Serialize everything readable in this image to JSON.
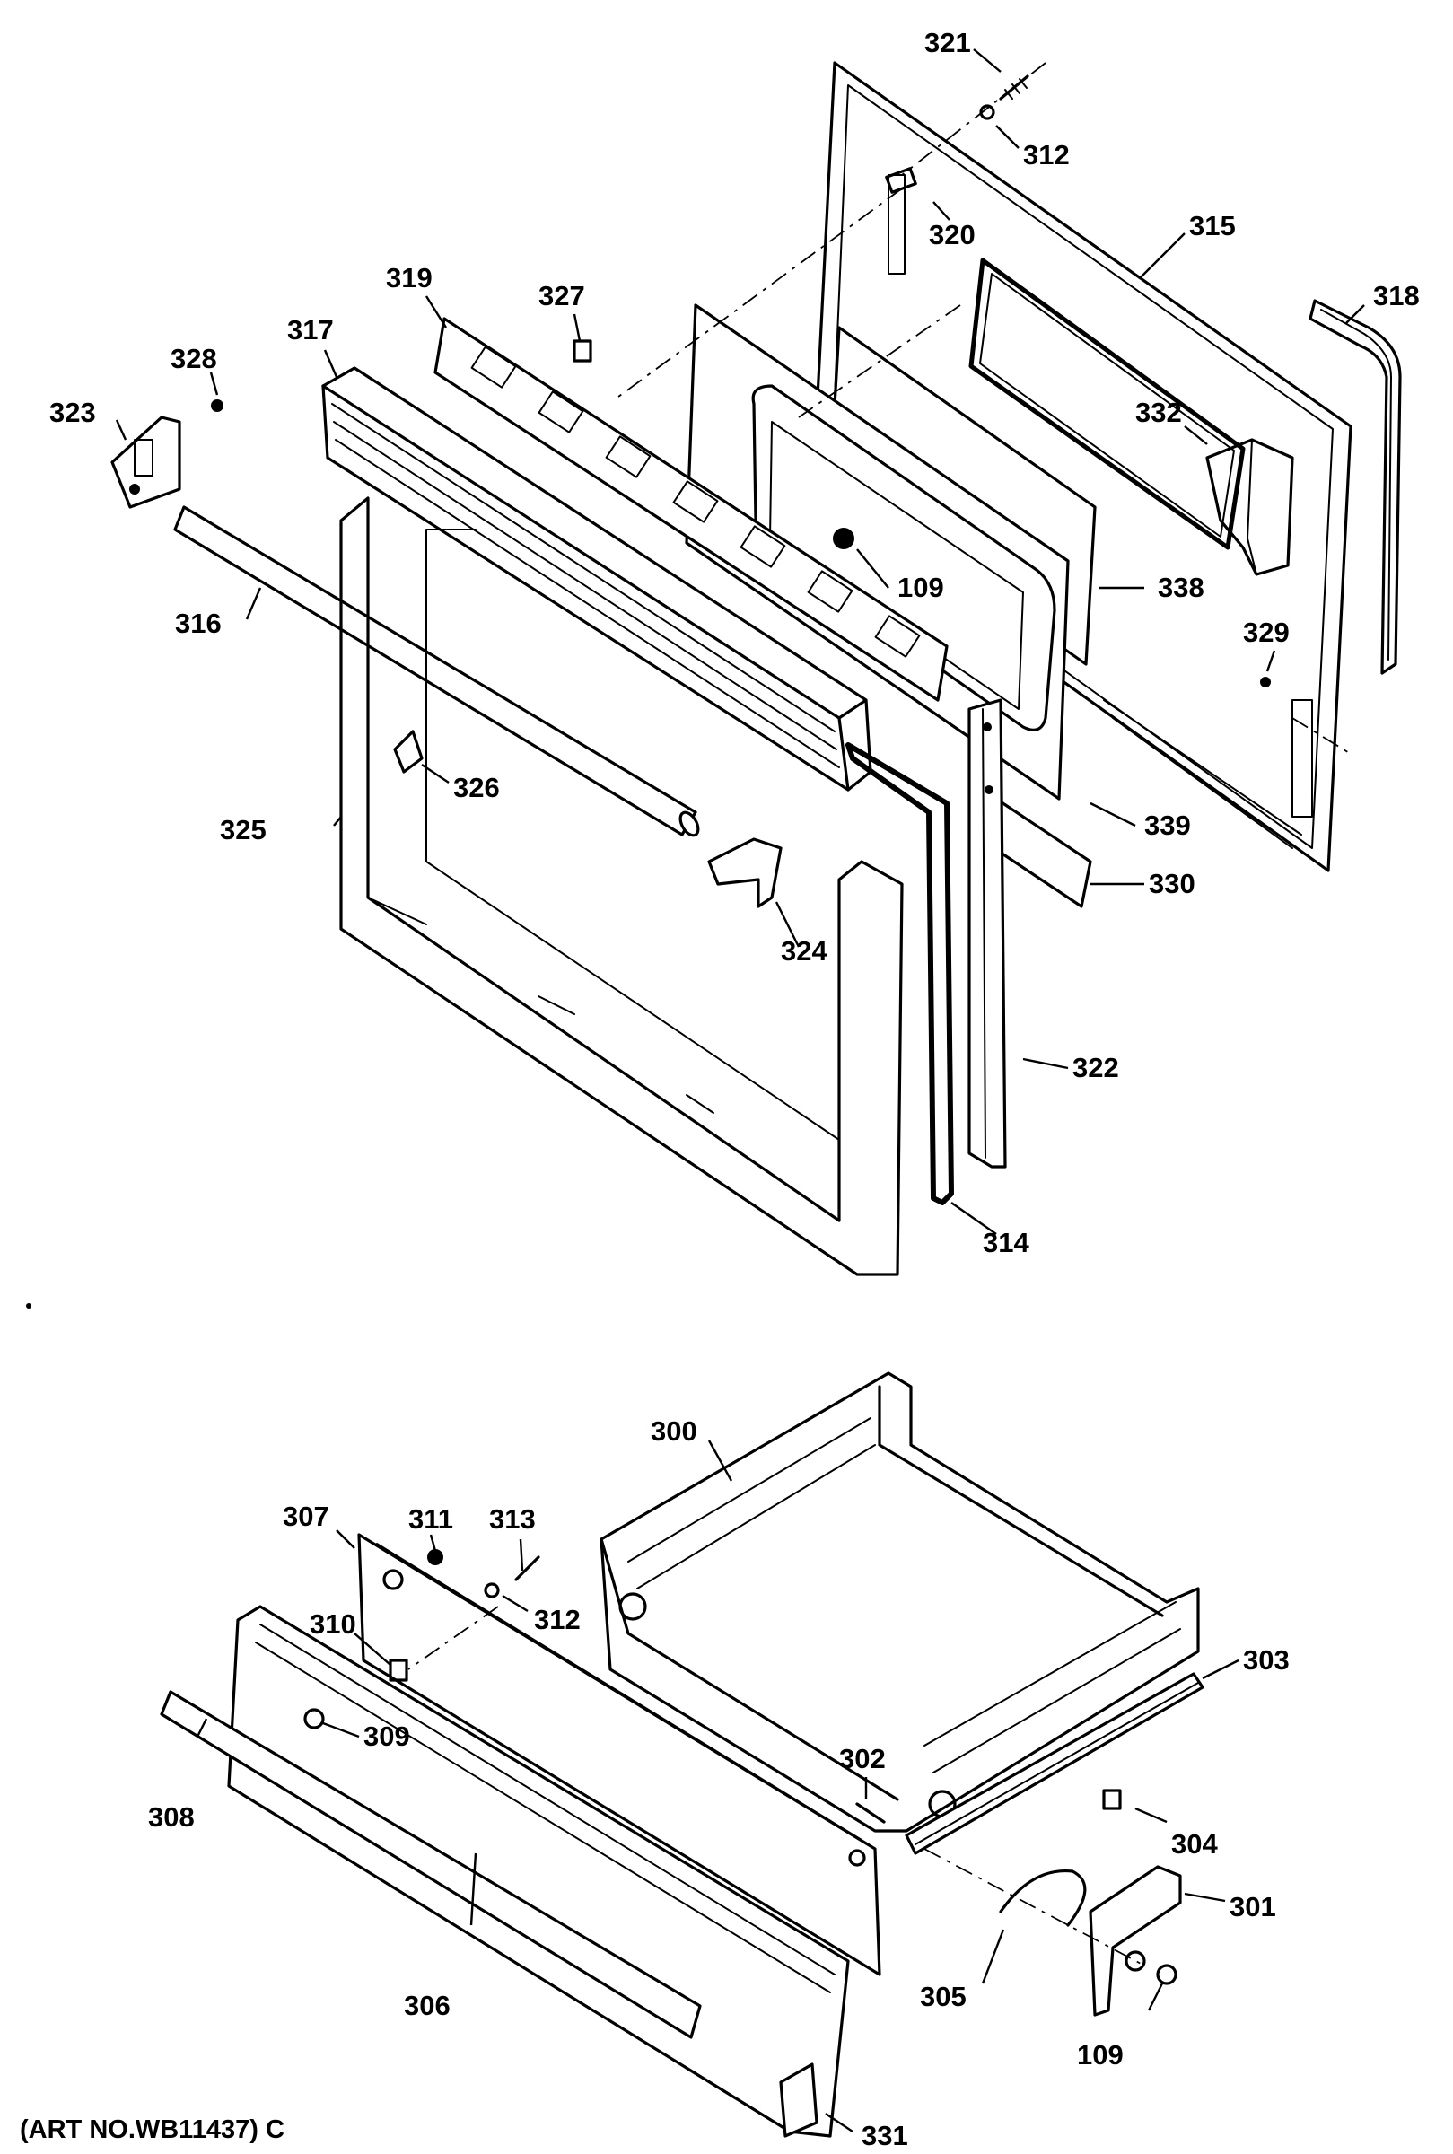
{
  "art_number": "(ART NO.WB11437) C",
  "upper_assembly": {
    "labels": [
      "321",
      "312",
      "320",
      "315",
      "318",
      "319",
      "327",
      "317",
      "328",
      "323",
      "332",
      "109",
      "338",
      "316",
      "329",
      "326",
      "325",
      "339",
      "330",
      "324",
      "322",
      "314"
    ]
  },
  "lower_assembly": {
    "labels": [
      "300",
      "307",
      "311",
      "313",
      "312",
      "310",
      "303",
      "309",
      "302",
      "308",
      "304",
      "301",
      "305",
      "306",
      "109",
      "331"
    ]
  }
}
